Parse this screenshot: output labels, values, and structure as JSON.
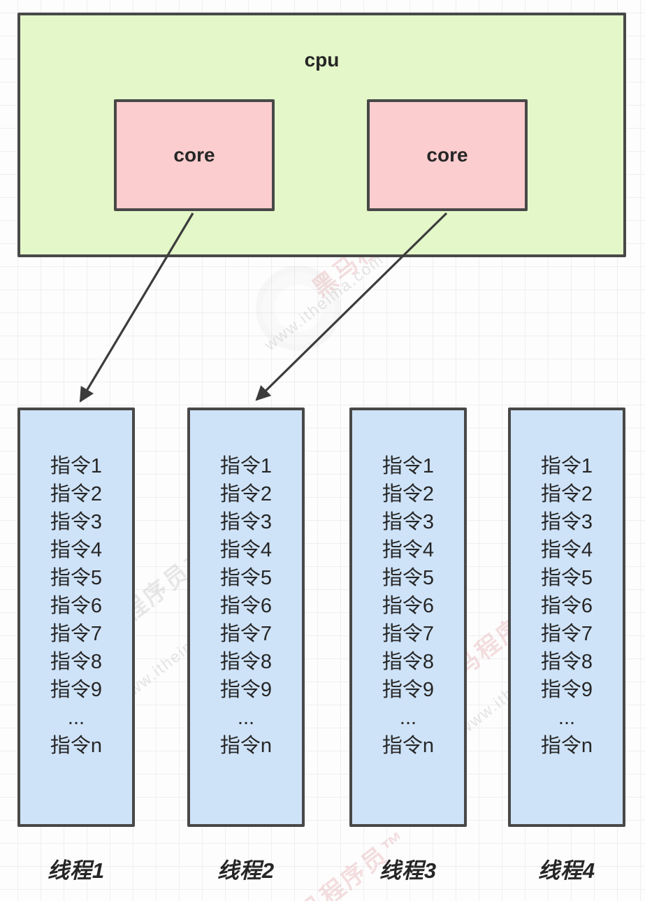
{
  "diagram": {
    "cpu_box": {
      "label": "cpu"
    },
    "cores": [
      {
        "label": "core"
      },
      {
        "label": "core"
      }
    ],
    "threads": [
      {
        "label": "线程1",
        "instructions": [
          "指令1",
          "指令2",
          "指令3",
          "指令4",
          "指令5",
          "指令6",
          "指令7",
          "指令8",
          "指令9",
          "...",
          "指令n"
        ]
      },
      {
        "label": "线程2",
        "instructions": [
          "指令1",
          "指令2",
          "指令3",
          "指令4",
          "指令5",
          "指令6",
          "指令7",
          "指令8",
          "指令9",
          "...",
          "指令n"
        ]
      },
      {
        "label": "线程3",
        "instructions": [
          "指令1",
          "指令2",
          "指令3",
          "指令4",
          "指令5",
          "指令6",
          "指令7",
          "指令8",
          "指令9",
          "...",
          "指令n"
        ]
      },
      {
        "label": "线程4",
        "instructions": [
          "指令1",
          "指令2",
          "指令3",
          "指令4",
          "指令5",
          "指令6",
          "指令7",
          "指令8",
          "指令9",
          "...",
          "指令n"
        ]
      }
    ]
  },
  "colors": {
    "cpu_fill": "#e4f7c8",
    "core_fill": "#fbcdce",
    "thread_fill": "#cfe3f8",
    "border": "#484848",
    "arrow": "#3c3c3c"
  },
  "watermark": {
    "brand": "黑马程序员™",
    "url": "www.itheima.com"
  }
}
